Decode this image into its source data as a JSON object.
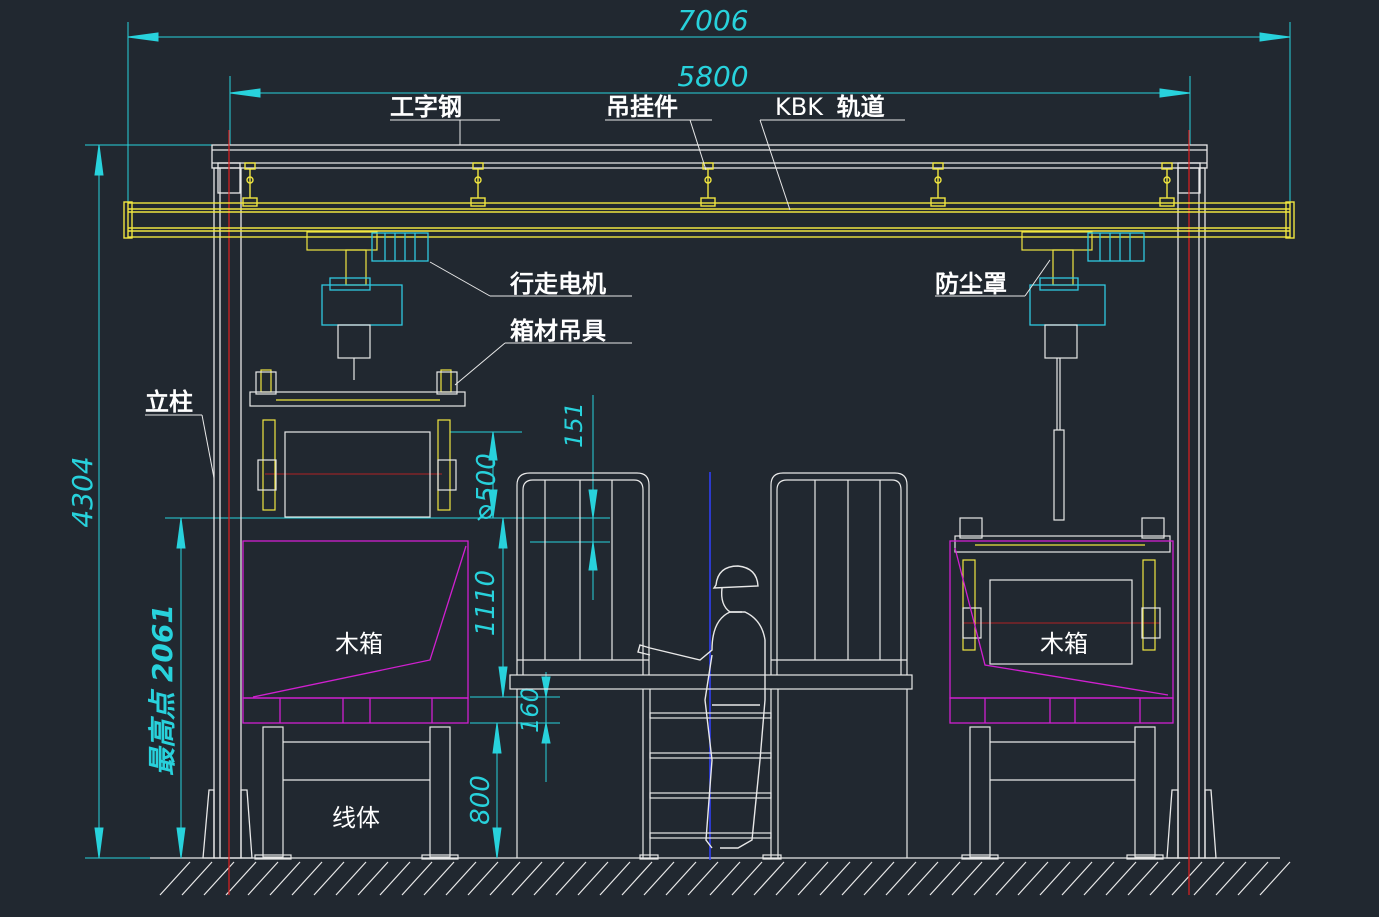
{
  "dimensions": {
    "overall_width": "7006",
    "rail_width": "5800",
    "total_height": "4304",
    "highest_point": "最高点 2061",
    "box_height": "1110",
    "line_height": "800",
    "pallet_height": "160",
    "clearance": "151",
    "diameter": "500"
  },
  "labels": {
    "i_beam": "工字钢",
    "hanger": "吊挂件",
    "kbk_prefix": "KBK",
    "kbk_suffix": "轨道",
    "travel_motor": "行走电机",
    "box_spreader": "箱材吊具",
    "dust_cover": "防尘罩",
    "column": "立柱",
    "wooden_box_left": "木箱",
    "wooden_box_right": "木箱",
    "line_body": "线体"
  },
  "colors": {
    "background": "#212830",
    "structure": "#e8e8e8",
    "rail": "#f0e640",
    "dimension": "#28d2dc",
    "box_outline": "#d020d0",
    "centerline": "#e02020",
    "axis": "#3040ff",
    "motor": "#30c8e0"
  }
}
